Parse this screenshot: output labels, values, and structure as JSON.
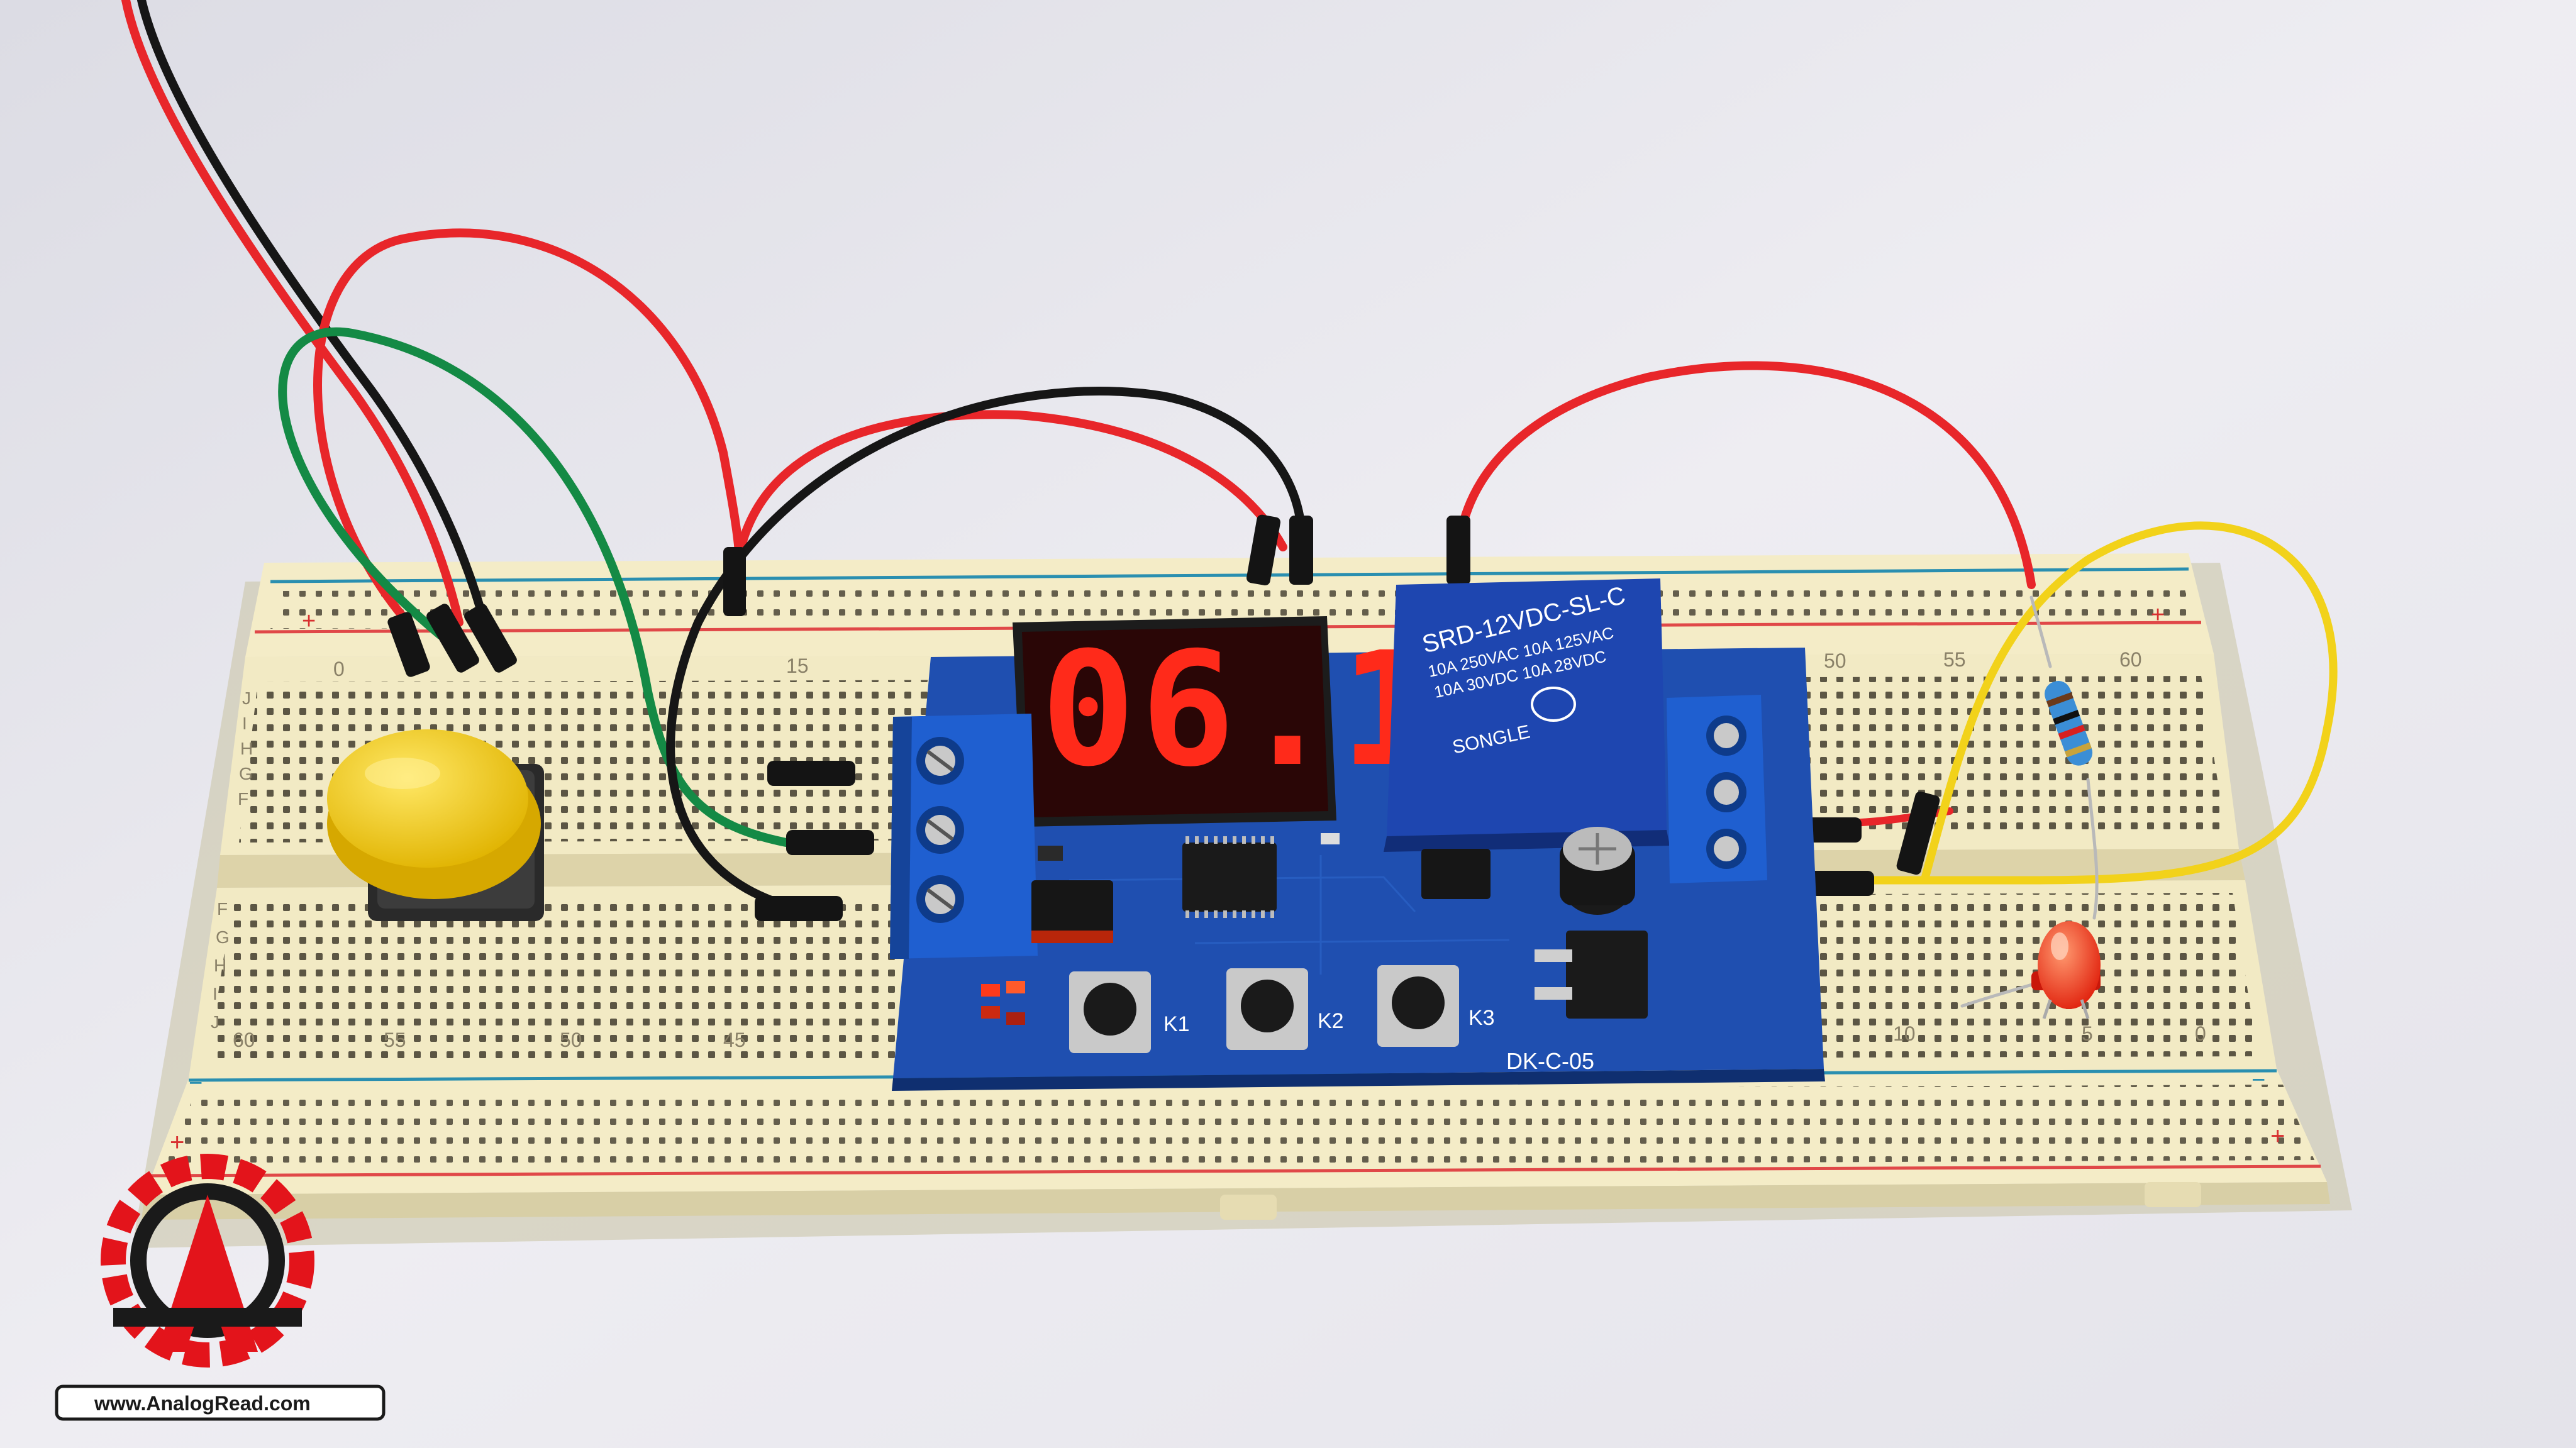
{
  "display": {
    "value": "06.1"
  },
  "relay": {
    "model": "SRD-12VDC-SL-C",
    "rating1": "10A 250VAC 10A 125VAC",
    "rating2": "10A 30VDC 10A 28VDC",
    "brand": "SONGLE"
  },
  "module": {
    "name": "DK-C-05",
    "buttons": [
      "K1",
      "K2",
      "K3"
    ]
  },
  "breadboard": {
    "top_numbers": [
      "0",
      "15",
      "50",
      "55",
      "60"
    ],
    "bottom_numbers": [
      "60",
      "55",
      "50",
      "45",
      "10",
      "5",
      "0"
    ],
    "row_letters_left_top": [
      "J",
      "I",
      "H",
      "G",
      "F"
    ],
    "row_letters_left_bottom": [
      "F",
      "G",
      "H",
      "I",
      "J"
    ],
    "plus_sign": "+",
    "minus_sign": "−"
  },
  "watermark": {
    "url": "www.AnalogRead.com"
  },
  "colors": {
    "background": "#e9e8ee",
    "breadboard": "#f4ecc7",
    "pcb": "#1f4fb0",
    "relay": "#1e46b0",
    "terminal": "#1f5fd0",
    "wire_red": "#e8262a",
    "wire_black": "#161616",
    "wire_green": "#148a45",
    "wire_yellow": "#f2d21a",
    "button_yellow": "#f7d51d",
    "led_red": "#ff3a1a",
    "logo_red": "#e3141b"
  }
}
